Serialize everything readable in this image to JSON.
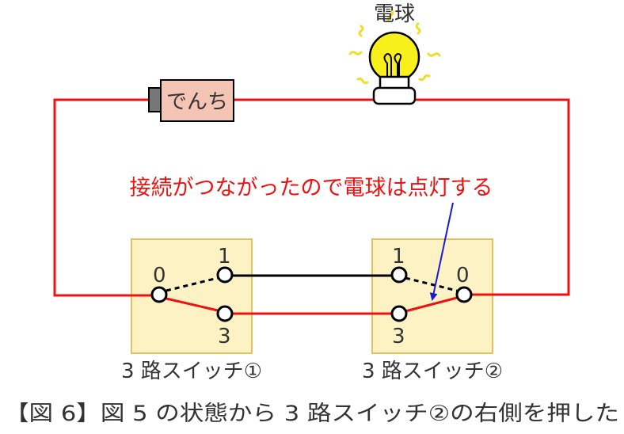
{
  "diagram": {
    "bulb_label": "電球",
    "battery_label": "でんち",
    "annotation": "接続がつながったので電球は点灯する",
    "switch1": {
      "label": "3 路スイッチ①",
      "terminal_0": "0",
      "terminal_1": "1",
      "terminal_3": "3"
    },
    "switch2": {
      "label": "3 路スイッチ②",
      "terminal_0": "0",
      "terminal_1": "1",
      "terminal_3": "3"
    },
    "caption": "【図 6】図 5 の状態から 3 路スイッチ②の右側を押した"
  },
  "colors": {
    "wire_live": "#ee1111",
    "wire_idle": "#000000",
    "switch_box_fill": "#fdf2c4",
    "switch_box_border": "#e6c35a",
    "battery_fill": "#f4c4b4",
    "bulb_glass": "#f7f01a",
    "annotation_text": "#ee1111",
    "arrow": "#1b1bd6"
  }
}
